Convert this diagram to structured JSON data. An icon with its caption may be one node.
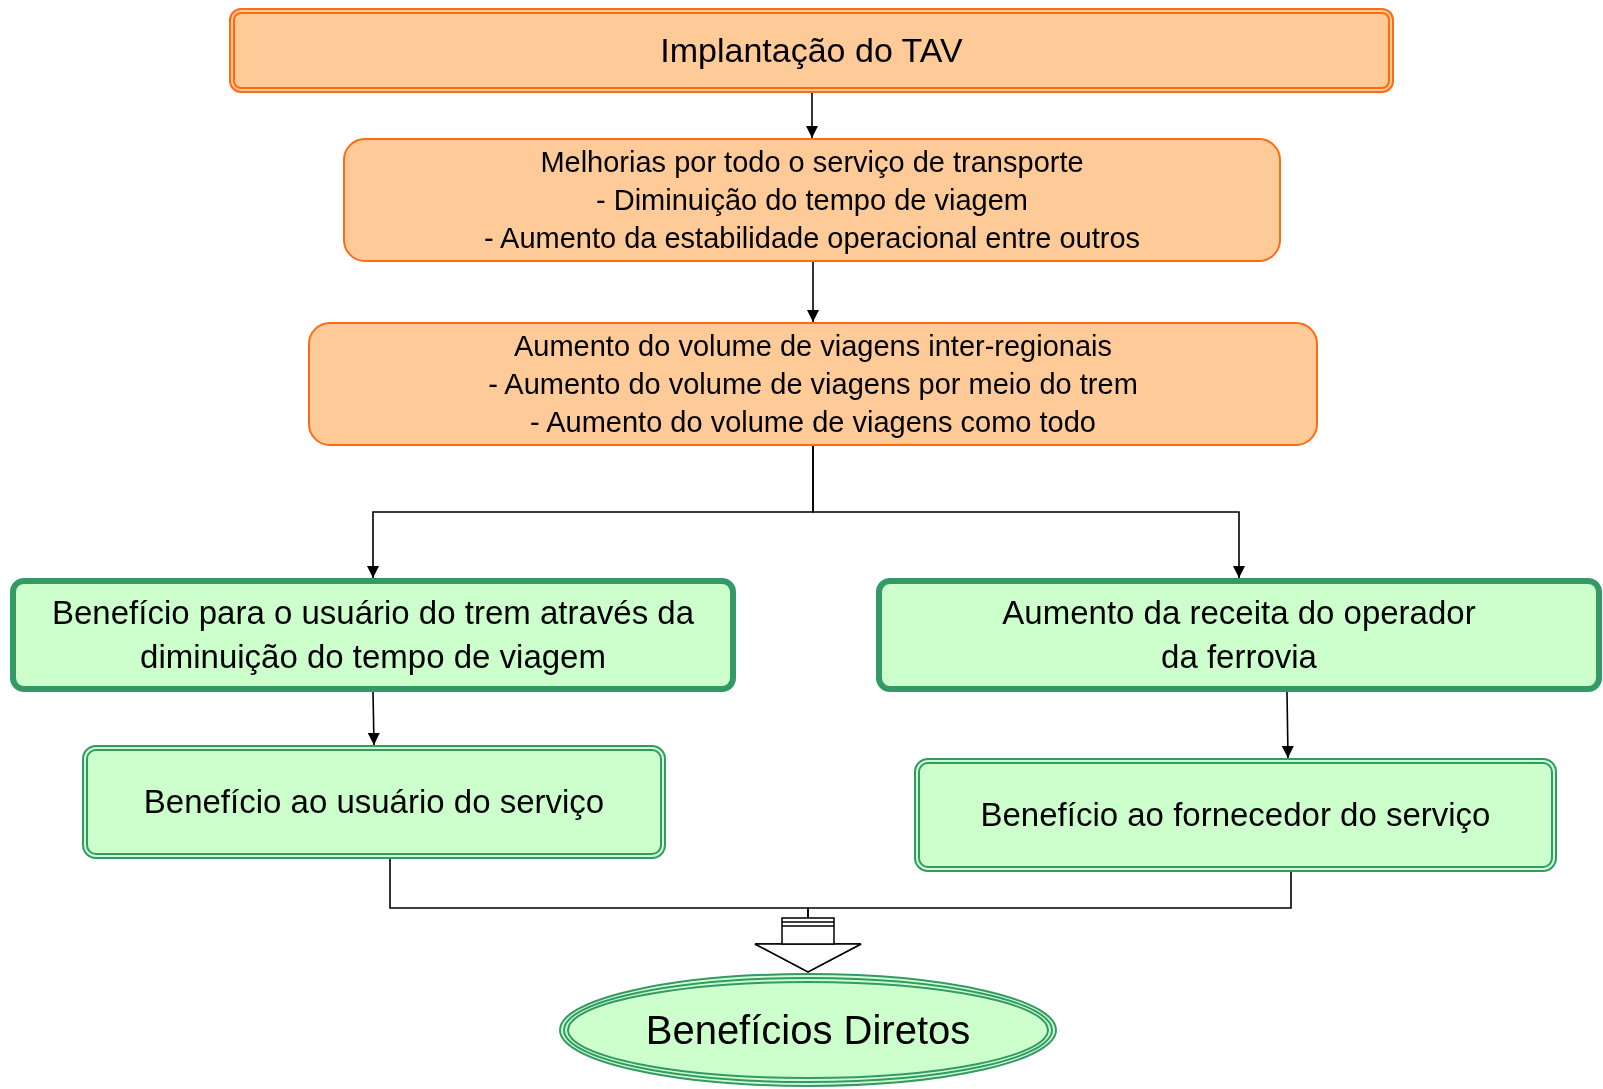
{
  "diagram": {
    "nodes": [
      {
        "text": [
          "Implantação do TAV"
        ]
      },
      {
        "text": [
          "Melhorias por todo o serviço de transporte",
          "- Diminuição do tempo de viagem",
          "- Aumento da estabilidade operacional entre outros"
        ]
      },
      {
        "text": [
          "Aumento do volume de viagens inter-regionais",
          "- Aumento do volume de viagens por meio do trem",
          "- Aumento do volume de viagens como todo"
        ]
      },
      {
        "text": [
          "Benefício para o usuário do trem através da diminuição do tempo de viagem"
        ]
      },
      {
        "text": [
          "Aumento da receita do operador da ferrovia"
        ]
      },
      {
        "text": [
          "Benefício ao usuário do serviço"
        ]
      },
      {
        "text": [
          "Benefício ao fornecedor do serviço"
        ]
      },
      {
        "text": [
          "Benefícios Diretos"
        ]
      }
    ],
    "edges": [
      {
        "from": 0,
        "to": 1,
        "arrow": "to"
      },
      {
        "from": 1,
        "to": 2,
        "arrow": "to"
      },
      {
        "from": 2,
        "to": 3,
        "arrow": "to"
      },
      {
        "from": 2,
        "to": 4,
        "arrow": "to"
      },
      {
        "from": 3,
        "to": 5,
        "arrow": "to"
      },
      {
        "from": 4,
        "to": 6,
        "arrow": "to"
      },
      {
        "from": 5,
        "to": 7,
        "arrow": "to"
      },
      {
        "from": 6,
        "to": 7,
        "arrow": "to"
      }
    ]
  }
}
